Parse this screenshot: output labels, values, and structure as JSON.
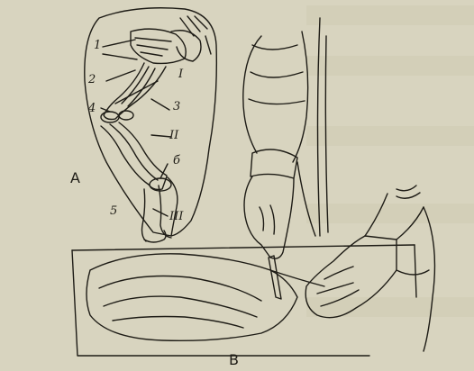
{
  "panel_a": {
    "letter": "A",
    "labels": [
      "1",
      "2",
      "I",
      "3",
      "4",
      "II",
      "б",
      "5",
      "III"
    ]
  },
  "panel_b": {
    "letter": "B"
  },
  "colors": {
    "ink": "#1e1c16",
    "paper": "#d8d4bf"
  }
}
